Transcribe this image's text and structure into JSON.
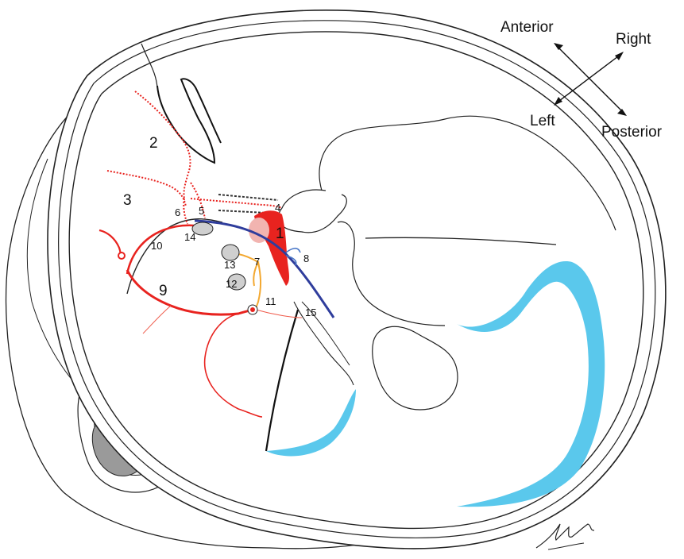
{
  "colors": {
    "artery": "#e8231f",
    "artery_light": "#ef5a4a",
    "vein_blue": "#2f3d9c",
    "ventricle": "#5ac8ec",
    "nerve_orange": "#f3a830",
    "small_vein": "#4a78c8",
    "outline": "#222222"
  },
  "orientation": {
    "anterior": "Anterior",
    "right": "Right",
    "left": "Left",
    "posterior": "Posterior"
  },
  "labels": {
    "l1": "1",
    "l2": "2",
    "l3": "3",
    "l4": "4",
    "l5": "5",
    "l6": "6",
    "l7": "7",
    "l8": "8",
    "l9": "9",
    "l10": "10",
    "l11": "11",
    "l12": "12",
    "l13": "13",
    "l14": "14",
    "l15": "15"
  },
  "icons": {
    "signature": "signature-icon",
    "orientation": "orientation-cross-icon"
  }
}
